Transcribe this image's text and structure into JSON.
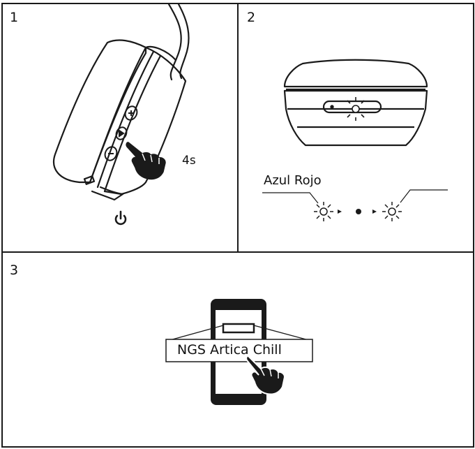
{
  "panels": [
    {
      "number": "1",
      "duration": "4s"
    },
    {
      "number": "2",
      "led_labels": "Azul Rojo"
    },
    {
      "number": "3",
      "device_name": "NGS Artica Chill"
    }
  ],
  "icons": {
    "power": "power-icon",
    "plus": "plus-button-icon",
    "minus": "minus-button-icon",
    "play": "play-button-icon",
    "led": "led-blink-icon",
    "hand": "pointing-hand-icon",
    "phone": "smartphone-icon"
  },
  "colors": {
    "line": "#1a1a1a",
    "background": "#ffffff"
  }
}
